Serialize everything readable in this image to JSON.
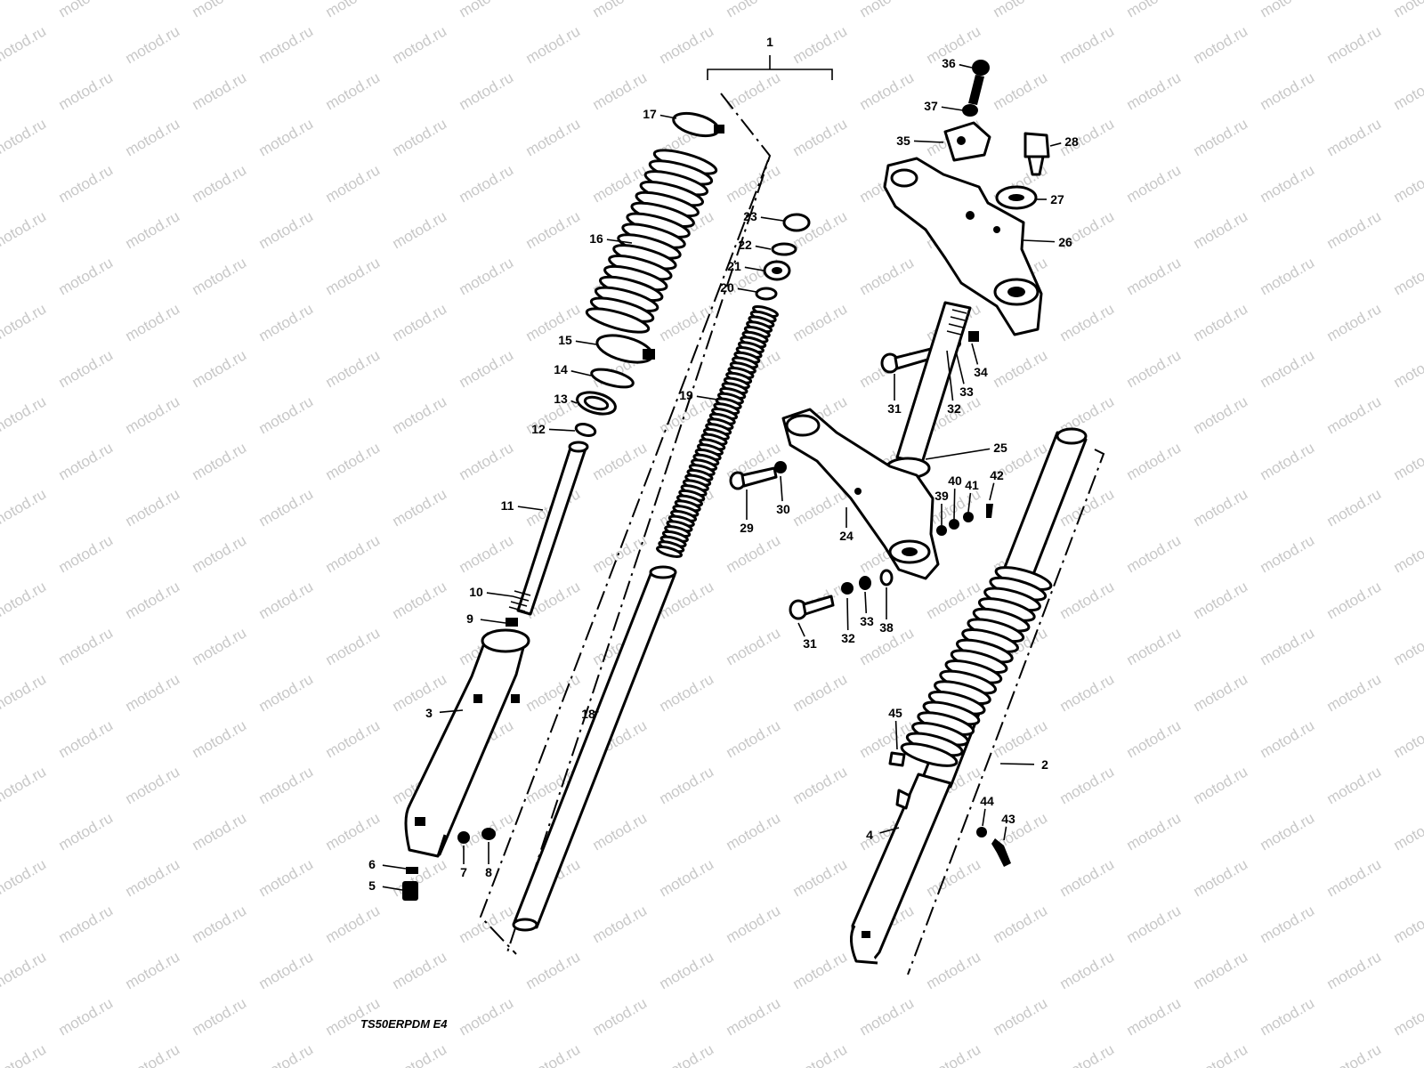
{
  "watermark": "motod.ru",
  "diagram_code": "TS50ERPDM E4",
  "callouts": [
    "1",
    "2",
    "3",
    "4",
    "5",
    "6",
    "7",
    "8",
    "9",
    "10",
    "11",
    "12",
    "13",
    "14",
    "15",
    "16",
    "17",
    "18",
    "19",
    "20",
    "21",
    "22",
    "23",
    "24",
    "25",
    "26",
    "27",
    "28",
    "29",
    "30",
    "31",
    "32",
    "33",
    "34",
    "35",
    "36",
    "37",
    "38",
    "39",
    "40",
    "41",
    "42",
    "43",
    "44",
    "45"
  ],
  "colors": {
    "ink": "#000000",
    "paper": "#ffffff",
    "watermark": "#c8c8c8"
  }
}
